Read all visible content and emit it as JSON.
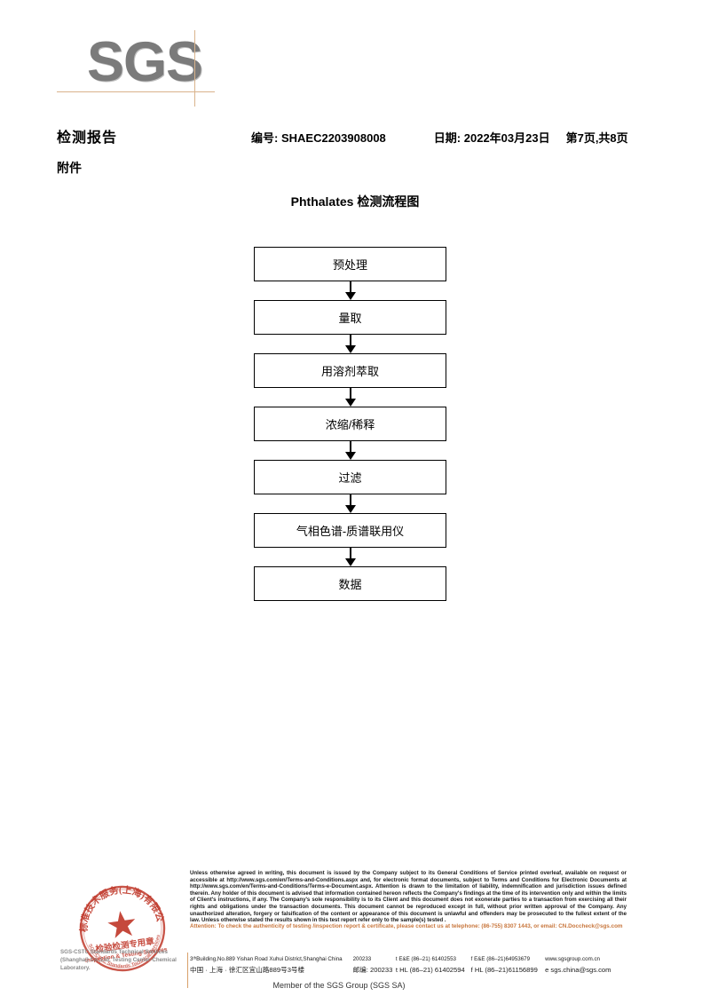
{
  "logo": {
    "wordmark": "SGS"
  },
  "header": {
    "report_title": "检测报告",
    "attachment_label": "附件",
    "report_no_label": "编号:",
    "report_no": "SHAEC2203908008",
    "date_label": "日期:",
    "date": "2022年03月23日",
    "page_info": "第7页,共8页"
  },
  "flowchart": {
    "title": "Phthalates 检测流程图",
    "steps": [
      {
        "label": "预处理"
      },
      {
        "label": "量取"
      },
      {
        "label": "用溶剂萃取"
      },
      {
        "label": "浓缩/稀释"
      },
      {
        "label": "过滤"
      },
      {
        "label": "气相色谱-质谱联用仪"
      },
      {
        "label": "数据"
      }
    ]
  },
  "footer": {
    "seal": {
      "outer_text": "正标准技术服务(上海)有限公司",
      "inner_cn": "检验检测专用章",
      "inner_en": "Inspection & Testing Services",
      "bottom_text": "SGS-CSTC Standards Technical Services (Shanghai) Co.,Ltd.",
      "color": "#c0392b"
    },
    "company_grey": "SGS-CSTC Standards Technical Services (Shanghai) Co.,Ltd. Testing Center-Chemical Laboratory.",
    "legal_text": "Unless otherwise agreed in writing, this document is issued by the Company subject to its General Conditions of Service printed overleaf, available on request or accessible at http://www.sgs.com/en/Terms-and-Conditions.aspx and, for electronic format documents, subject to Terms and Conditions for Electronic Documents at http://www.sgs.com/en/Terms-and-Conditions/Terms-e-Document.aspx. Attention is drawn to the limitation of liability, indemnification and jurisdiction issues defined therein. Any holder of this document is advised that information contained hereon reflects the Company's findings at the time of its intervention only and within the limits of Client's instructions, if any. The Company's sole responsibility is to its Client and this document does not exonerate parties to a transaction from exercising all their rights and obligations under the transaction documents. This document cannot be reproduced except in full, without prior written approval of the Company. Any unauthorized alteration, forgery or falsification of the content or appearance of this document is unlawful and offenders may be prosecuted to the fullest extent of the law. Unless otherwise stated the results shown in this test report refer only to the sample(s) tested .",
    "attention_text": "Attention: To check the authenticity of testing /inspection report & certificate, please contact us at telephone: (86-755) 8307 1443, or email: CN.Doccheck@sgs.com",
    "attention_color": "#c8763c",
    "address_en": "3ᵗʰBuilding,No.889 Yishan Road Xuhui District,Shanghai China",
    "zip_en": "200233",
    "tel_en_1": "t E&E (86–21) 61402553",
    "tel_en_2": "f E&E (86–21)64953679",
    "web": "www.sgsgroup.com.cn",
    "address_cn": "中国 · 上海 · 徐汇区宜山路889号3号楼",
    "zip_cn_label": "邮编:",
    "zip_cn": "200233",
    "tel_cn_1": "t HL (86–21) 61402594",
    "tel_cn_2": "f HL (86–21)61156899",
    "email": "e sgs.china@sgs.com",
    "member_line": "Member of the SGS Group (SGS SA)"
  }
}
